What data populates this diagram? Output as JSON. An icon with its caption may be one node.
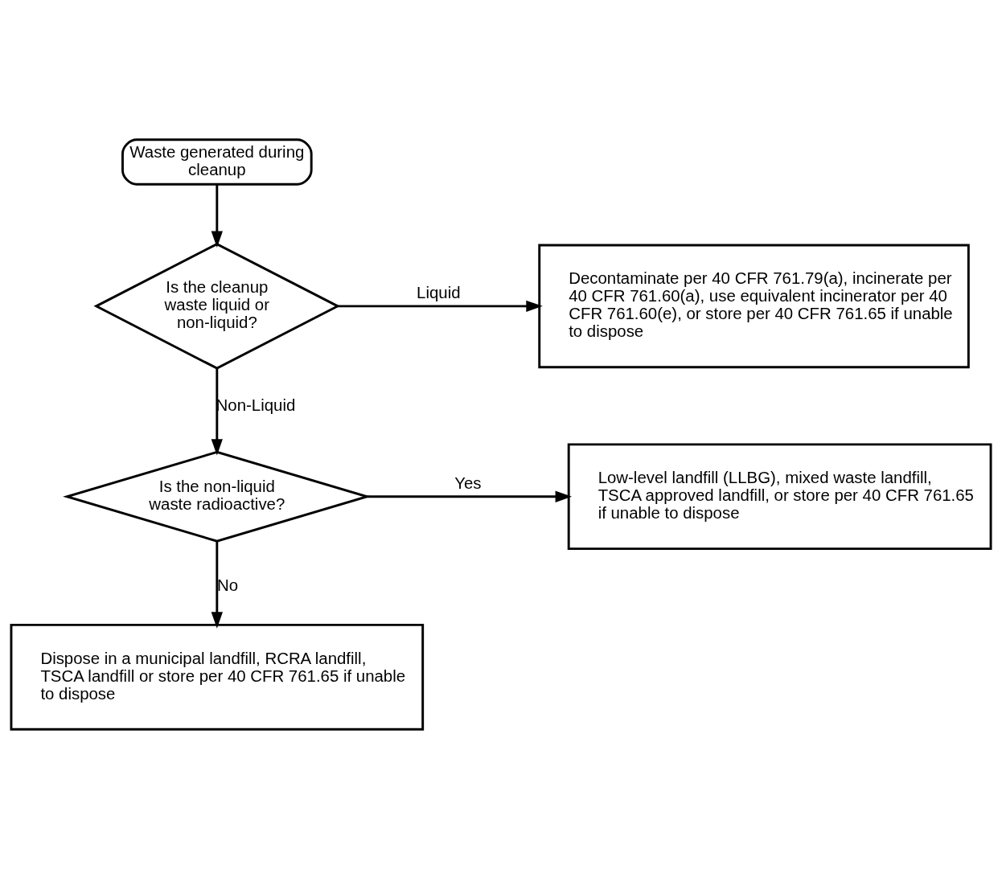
{
  "diagram": {
    "nodes": [
      {
        "text": [
          "Waste generated during cleanup"
        ]
      },
      {
        "text": [
          "Is the cleanup waste liquid or non-liquid?"
        ]
      },
      {
        "text": [
          "Decontaminate per 40 CFR 761.79(a), incinerate per 40 CFR 761.60(a), use equivalent incinerator per 40 CFR 761.60(e), or store per 40 CFR 761.65 if unable to dispose"
        ]
      },
      {
        "text": [
          "Is the non-liquid waste radioactive?"
        ]
      },
      {
        "text": [
          "Low-level landfill (LLBG), mixed waste landfill, TSCA approved landfill, or store per 40 CFR 761.65 if unable to dispose"
        ]
      },
      {
        "text": [
          "Dispose in a municipal landfill, RCRA landfill, TSCA landfill or store per 40 CFR 761.65 if unable to dispose"
        ]
      }
    ],
    "edges": [
      {
        "from": 0,
        "to": 1,
        "arrow": "to"
      },
      {
        "from": 1,
        "to": 2,
        "arrow": "to",
        "label": "Liquid"
      },
      {
        "from": 1,
        "to": 3,
        "arrow": "to",
        "label": "Non-Liquid"
      },
      {
        "from": 3,
        "to": 4,
        "arrow": "to",
        "label": "Yes"
      },
      {
        "from": 3,
        "to": 5,
        "arrow": "to",
        "label": "No"
      }
    ]
  }
}
